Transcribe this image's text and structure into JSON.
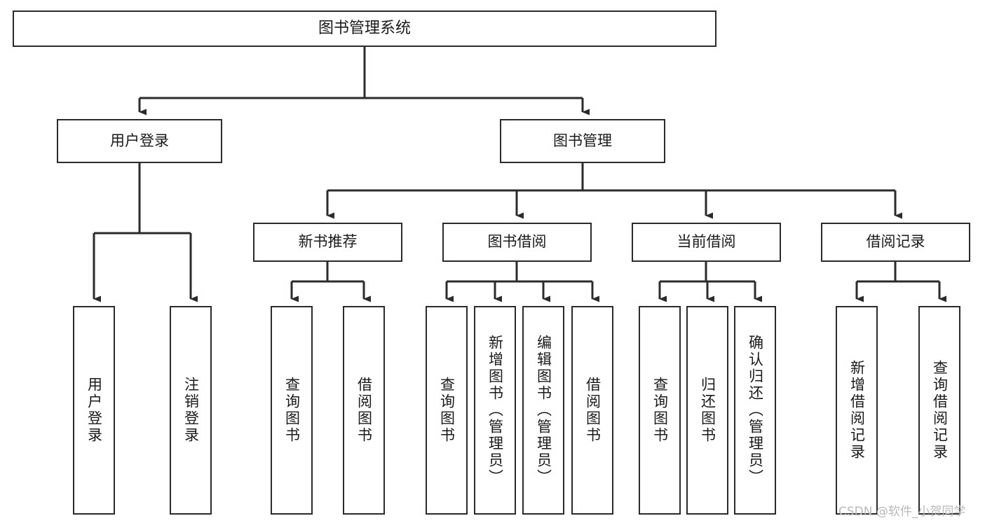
{
  "diagram": {
    "type": "hierarchy-tree",
    "title": "图书管理系统",
    "colors": {
      "stroke": "#2b2b2b",
      "box_fill": "#ffffff",
      "text": "#1a1a1a",
      "background": "#ffffff",
      "watermark": "#b9b9b9"
    },
    "root": {
      "label": "图书管理系统"
    },
    "level2": [
      {
        "label": "用户登录"
      },
      {
        "label": "图书管理"
      }
    ],
    "level3": [
      {
        "label": "新书推荐"
      },
      {
        "label": "图书借阅"
      },
      {
        "label": "当前借阅"
      },
      {
        "label": "借阅记录"
      }
    ],
    "leaves": {
      "user_login": [
        {
          "label": "用户登录"
        },
        {
          "label": "注销登录"
        }
      ],
      "new_book_recommend": [
        {
          "label": "查询图书"
        },
        {
          "label": "借阅图书"
        }
      ],
      "book_borrow": [
        {
          "label": "查询图书"
        },
        {
          "label": "新增图书（管理员）"
        },
        {
          "label": "编辑图书（管理员）"
        },
        {
          "label": "借阅图书"
        }
      ],
      "current_borrow": [
        {
          "label": "查询图书"
        },
        {
          "label": "归还图书"
        },
        {
          "label": "确认归还（管理员）"
        }
      ],
      "borrow_record": [
        {
          "label": "新增借阅记录"
        },
        {
          "label": "查询借阅记录"
        }
      ]
    },
    "watermark": "CSDN @软件_小贺同学"
  }
}
